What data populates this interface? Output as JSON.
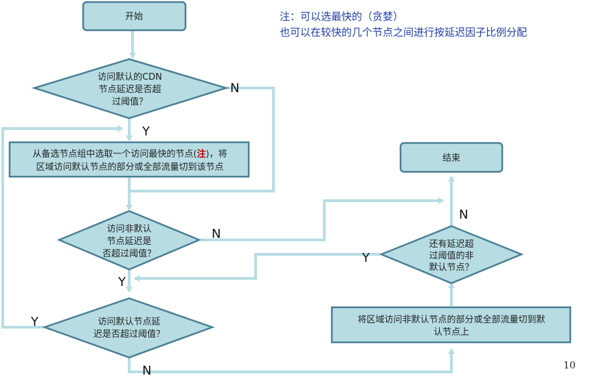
{
  "note": {
    "line1": "注：可以选最快的（贪婪）",
    "line2": "也可以在较快的几个节点之间进行按延迟因子比例分配"
  },
  "nodes": {
    "start": "开始",
    "check_default_cdn": [
      "访问默认的CDN",
      "节点延迟是否超",
      "过阈值？"
    ],
    "switch_fastest": {
      "line1_a": "从备选节点组中选取一个访问最快的节点(",
      "line1_note": "注",
      "line1_b": ")，将",
      "line2": "区域访问默认节点的部分或全部流量切到该节点"
    },
    "check_non_default": [
      "访问非默认",
      "节点延迟是",
      "否超过阈值？"
    ],
    "check_default_again": [
      "访问默认节点延",
      "迟是否超过阈值？"
    ],
    "switch_back": [
      "将区域访问非默认节点的部分或全部流量切到默",
      "认节点上"
    ],
    "check_other_non_default": [
      "还有延迟超",
      "过阈值的非",
      "默认节点？"
    ],
    "end": "结束"
  },
  "edge_labels": {
    "n1": "N",
    "y1": "Y",
    "n2": "N",
    "y2": "Y",
    "y3": "Y",
    "n3": "N",
    "n4": "N"
  },
  "colors": {
    "node_fill": "#b7dde3",
    "node_stroke": "#4a7f95",
    "arrow": "#b7dde3",
    "note_text": "#1f3ea8",
    "highlight": "#c00000"
  },
  "page_number": "10"
}
